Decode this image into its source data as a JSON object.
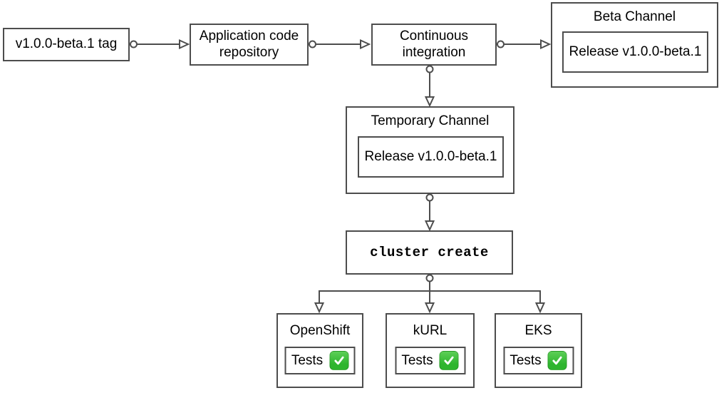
{
  "diagram": {
    "colors": {
      "stroke": "#4d4d4d",
      "text": "#000000",
      "background": "#ffffff",
      "check_green": "#2eb52e",
      "check_green_light": "#5ccf57",
      "check_mark_white": "#ffffff"
    },
    "nodes": {
      "tag": {
        "label": "v1.0.0-beta.1 tag"
      },
      "repo": {
        "label": "Application code repository"
      },
      "ci": {
        "label": "Continuous integration"
      },
      "beta_channel": {
        "title": "Beta Channel",
        "release_label": "Release v1.0.0-beta.1"
      },
      "temporary_channel": {
        "title": "Temporary Channel",
        "release_label": "Release v1.0.0-beta.1"
      },
      "cluster_create": {
        "label": "cluster create"
      },
      "clusters": [
        {
          "title": "OpenShift",
          "tests_label": "Tests",
          "status_icon": "check-mark-emoji"
        },
        {
          "title": "kURL",
          "tests_label": "Tests",
          "status_icon": "check-mark-emoji"
        },
        {
          "title": "EKS",
          "tests_label": "Tests",
          "status_icon": "check-mark-emoji"
        }
      ]
    }
  }
}
